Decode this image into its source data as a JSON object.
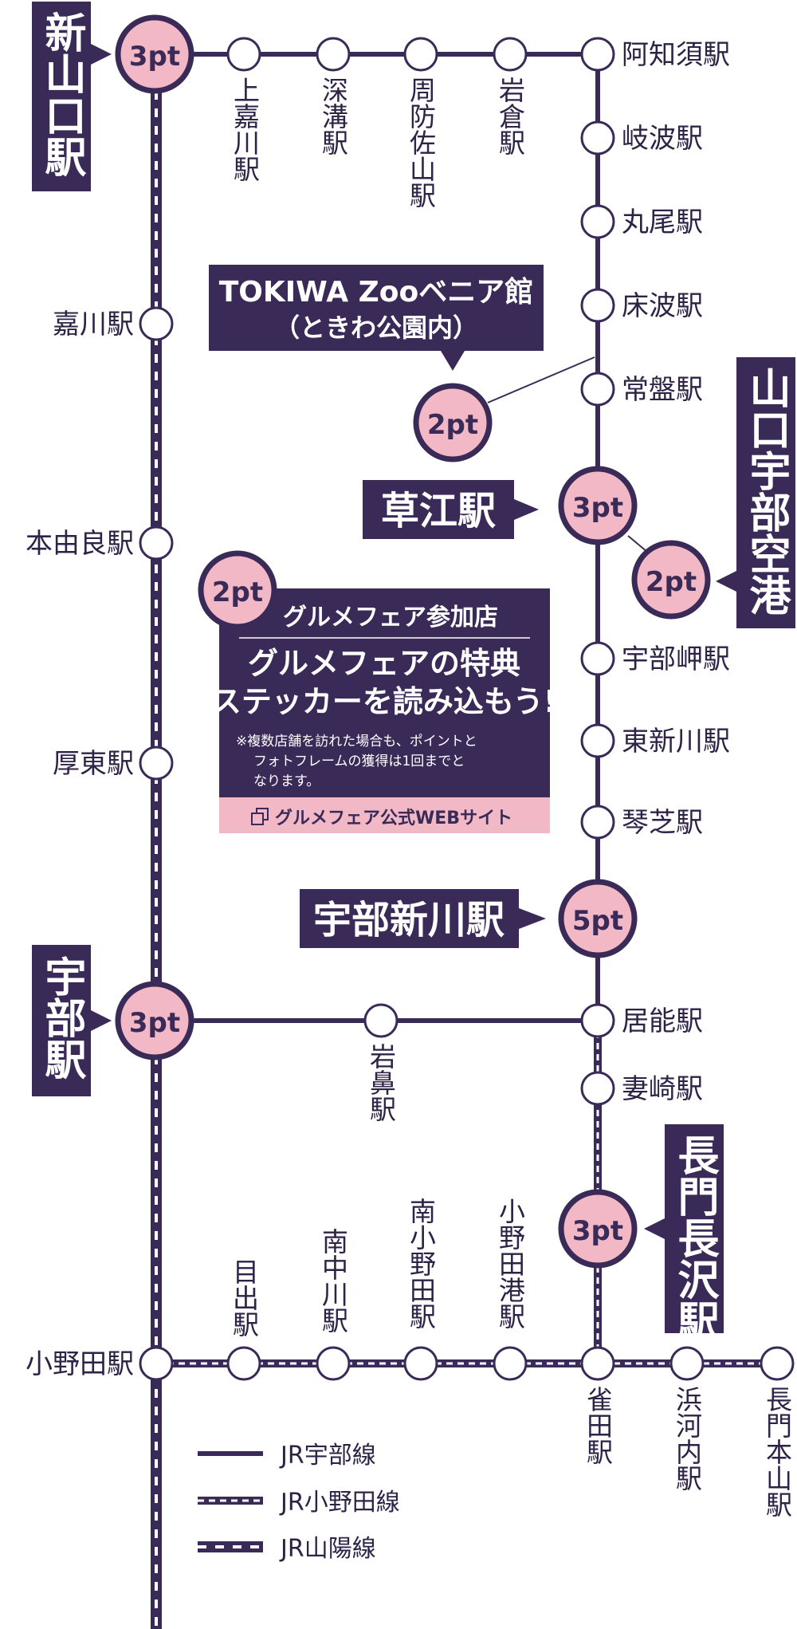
{
  "colors": {
    "line": "#3a2a57",
    "pink": "#f2b8c6",
    "box": "#3a2a57",
    "white": "#ffffff",
    "text": "#2e2346"
  },
  "major_stations": {
    "shin_yamaguchi": {
      "label": "新山口駅",
      "pt": "3pt"
    },
    "ube": {
      "label": "宇部駅",
      "pt": "3pt"
    },
    "kusae": {
      "label": "草江駅",
      "pt": "3pt"
    },
    "yamaguchi_ube_airport": {
      "label": "山口宇部空港",
      "pt": "2pt"
    },
    "ube_shinkawa": {
      "label": "宇部新川駅",
      "pt": "5pt"
    },
    "nagato_nagasawa": {
      "label": "長門長沢駅",
      "pt": "3pt"
    }
  },
  "spots": {
    "tokiwa": {
      "line1": "TOKIWA Zooベニア館",
      "line2": "（ときわ公園内）",
      "pt": "2pt"
    }
  },
  "gourmet": {
    "pt": "2pt",
    "header": "グルメフェア参加店",
    "title_line1": "グルメフェアの特典",
    "title_line2": "ステッカーを読み込もう!",
    "note_line1": "※複数店舗を訪れた場合も、ポイントと",
    "note_line2": "フォトフレームの獲得は1回までと",
    "note_line3": "なります。",
    "link": "グルメフェア公式WEBサイト"
  },
  "stations": {
    "kamikagawa": "上嘉川駅",
    "fukamizo": "深溝駅",
    "suosayama": "周防佐山駅",
    "iwakura": "岩倉駅",
    "achisu": "阿知須駅",
    "kiwa": "岐波駅",
    "maruo": "丸尾駅",
    "tokonami": "床波駅",
    "tokiwa": "常盤駅",
    "ubemisaki": "宇部岬駅",
    "higashishinkawa": "東新川駅",
    "kotoshiba": "琴芝駅",
    "inou": "居能駅",
    "mesaki": "妻崎駅",
    "kagawa": "嘉川駅",
    "motoyura": "本由良駅",
    "atsuto": "厚東駅",
    "iwahana": "岩鼻駅",
    "onoda": "小野田駅",
    "mede": "目出駅",
    "minaminakagawa": "南中川駅",
    "minamionoda": "南小野田駅",
    "onodako": "小野田港駅",
    "suzumeda": "雀田駅",
    "hamakouchi": "浜河内駅",
    "nagatomotoyama": "長門本山駅"
  },
  "legend": {
    "ube_line": "JR宇部線",
    "onoda_line": "JR小野田線",
    "sanyo_line": "JR山陽線"
  }
}
